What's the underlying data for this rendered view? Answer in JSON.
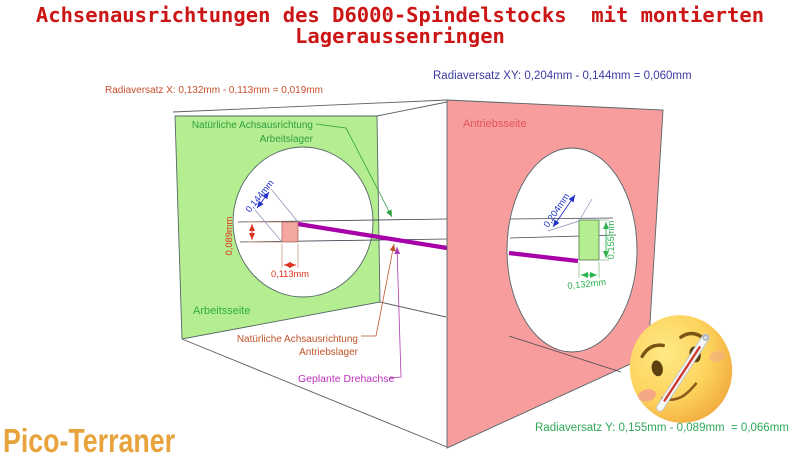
{
  "title": {
    "line1": "Achsenausrichtungen des D6000-Spindelstocks  mit montierten",
    "line2": "Lageraussenringen"
  },
  "annotations": {
    "radial_offset_x": "Radiaversatz X: 0,132mm - 0,113mm = 0,019mm",
    "radial_offset_xy": "Radiaversatz XY: 0,204mm - 0,144mm = 0,060mm",
    "radial_offset_y": "Radiaversatz Y: 0,155mm - 0,089mm  = 0,066mm"
  },
  "diagram": {
    "work_side_label": "Arbeitsseite",
    "drive_side_label": "Antriebsseite",
    "work_axis_label": {
      "line1": "Natürliche Achsausrichtung",
      "line2": "Arbeitslager"
    },
    "drive_axis_label": {
      "line1": "Natürliche Achsausrichtung",
      "line2": "Antriebslager"
    },
    "planned_axis_label": "Geplante Drehachse",
    "dimensions": {
      "work_diagonal": "0,144mm",
      "work_vertical": "0,089mm",
      "work_horizontal": "0,113mm",
      "drive_diagonal": "0,204mm",
      "drive_vertical": "0,155mm",
      "drive_horizontal": "0,132mm"
    }
  },
  "watermark": "Pico-Terraner",
  "icons": {
    "emoji": "face-with-thermometer"
  },
  "colors": {
    "title": "#cc1515",
    "annotation_x": "#c84e2c",
    "annotation_xy": "#3b3ba6",
    "annotation_y": "#2fa857",
    "work_face": "#b4ee90",
    "drive_face": "#f79d9d",
    "planned_axis": "#a800a8",
    "work_labels": "#2f9e3f",
    "drive_side_label": "#e25555",
    "natural_drive_label": "#c0532a",
    "planned_axis_label": "#bb30bb",
    "dim_blue": "#2233cc",
    "dim_red": "#e0301e",
    "dim_green": "#2db34d",
    "watermark": "#e8a33d"
  }
}
